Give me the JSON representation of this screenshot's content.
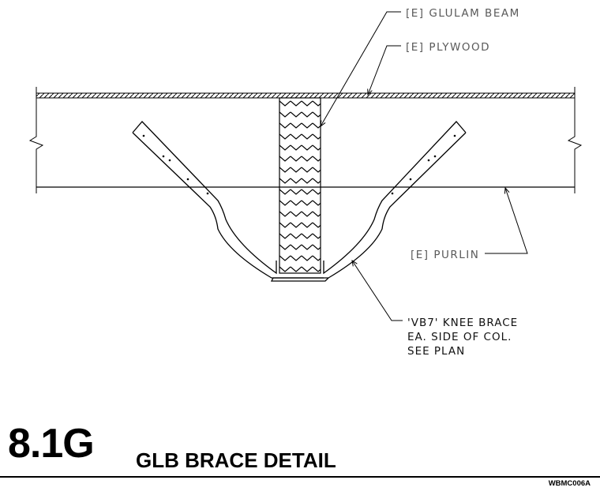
{
  "labels": {
    "glulam_beam": "[E] GLULAM BEAM",
    "plywood": "[E] PLYWOOD",
    "purlin": "[E] PURLIN",
    "knee_brace_line1": "'VB7' KNEE BRACE",
    "knee_brace_line2": "EA. SIDE OF COL.",
    "knee_brace_line3": "SEE PLAN"
  },
  "title_block": {
    "detail_number": "8.1G",
    "title": "GLB BRACE DETAIL",
    "sheet_code": "WBMC006A"
  }
}
